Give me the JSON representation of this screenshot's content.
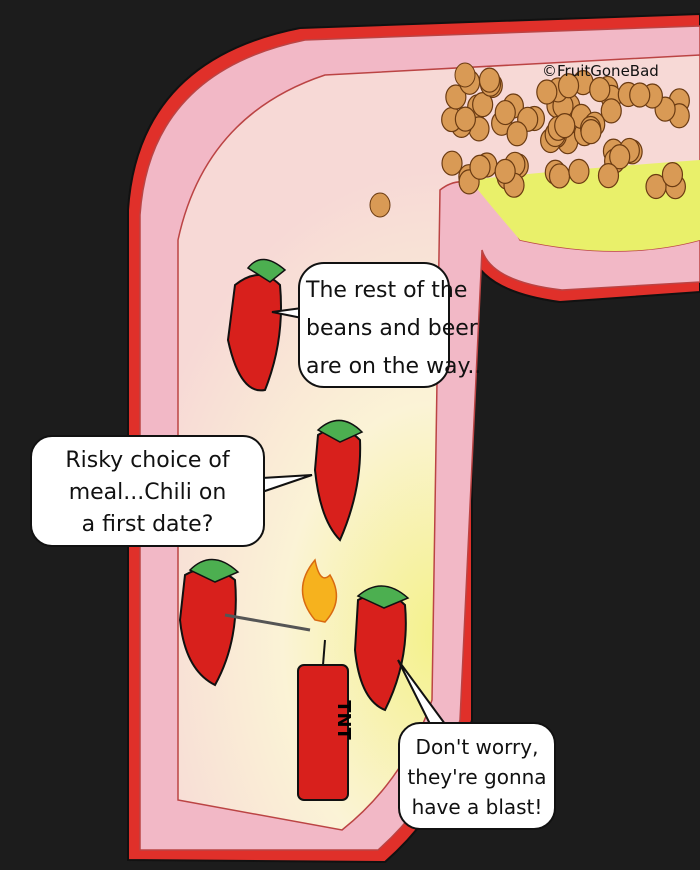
{
  "credit": "©FruitGoneBad",
  "bubbles": {
    "top": {
      "lines": [
        "The rest of the",
        "beans and beer",
        "are on the way.."
      ]
    },
    "middle": {
      "lines": [
        "Risky choice of",
        "meal...Chili on",
        "a first date?"
      ]
    },
    "bottom": {
      "lines": [
        "Don't worry,",
        "they're gonna",
        "have a blast!"
      ]
    }
  },
  "dynamite_label": "TNT",
  "colors": {
    "background": "#1c1c1c",
    "intestine_outer": "#e0302a",
    "intestine_wall": "#f2b8c6",
    "lumen": "#fbeee0",
    "glow": "#f4f28a",
    "chili": "#d8201c",
    "stem": "#4caf50"
  }
}
